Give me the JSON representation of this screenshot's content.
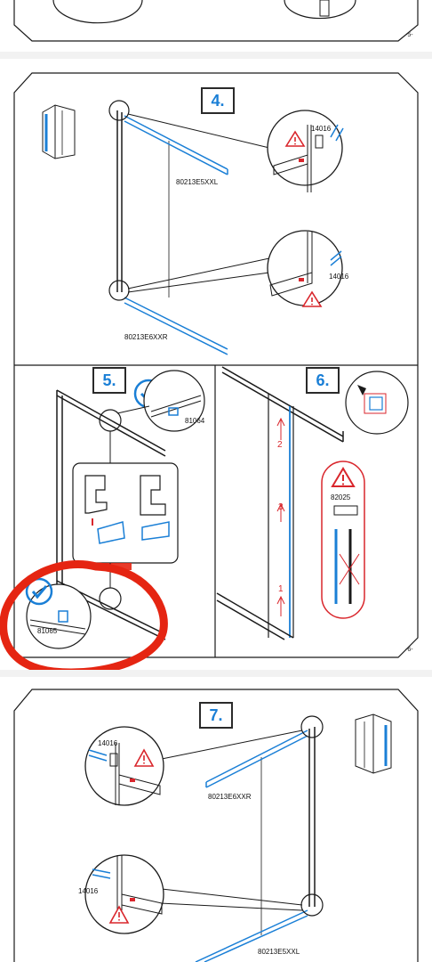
{
  "pages": {
    "top": {
      "page_number": "-5-"
    },
    "middle": {
      "page_number": "-6-"
    }
  },
  "steps": [
    {
      "number": "4.",
      "labels": {
        "top_profile": "80213E5XXL",
        "bottom_profile": "80213E6XXR",
        "detail_top": "14016",
        "detail_bottom": "14016"
      }
    },
    {
      "number": "5.",
      "labels": {
        "detail_top": "81064",
        "detail_bottom": "81065"
      }
    },
    {
      "number": "6.",
      "labels": {
        "arrow_1": "1",
        "arrow_2": "2",
        "arrow_3": "3",
        "warning_part": "82025"
      }
    },
    {
      "number": "7.",
      "labels": {
        "top_profile": "80213E6XXR",
        "bottom_profile": "80213E5XXL",
        "detail_top": "14016",
        "detail_bottom": "14016"
      }
    }
  ],
  "colors": {
    "accent": "#1a7fd6",
    "warning": "#d9262c",
    "highlight": "#e52512",
    "line": "#1a1a1a"
  },
  "icons": [
    "warning-icon",
    "check-icon",
    "shower-enclosure-icon"
  ]
}
